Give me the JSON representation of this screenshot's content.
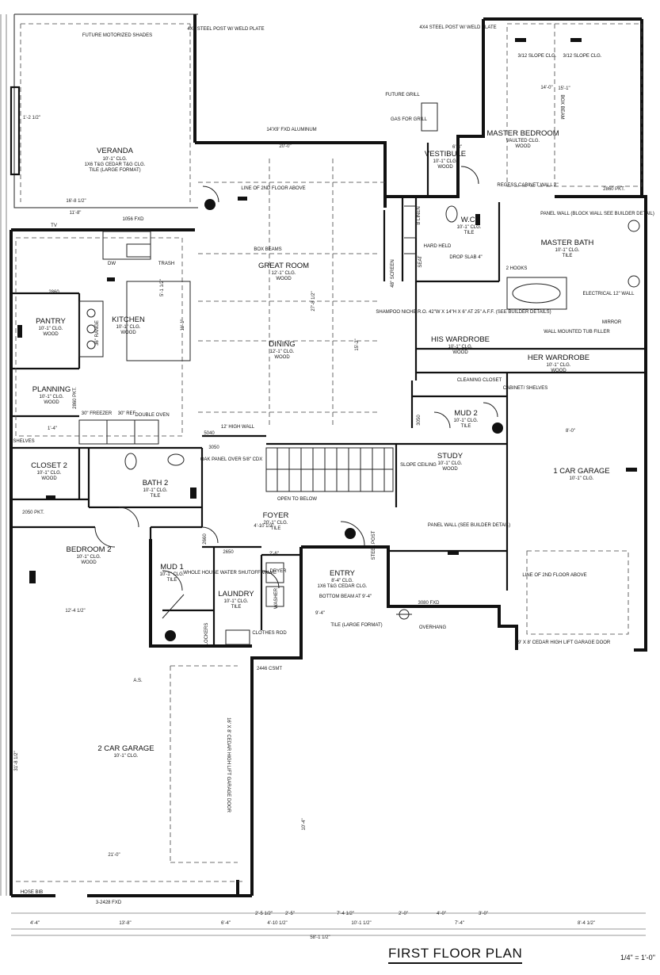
{
  "title": "FIRST FLOOR PLAN",
  "scale": "1/4\" = 1'-0\"",
  "rooms": {
    "veranda": {
      "name": "VERANDA",
      "ceiling": "10'-1\" CLG.",
      "finish": "1X6 T&G CEDAR T&G CLG.",
      "floor": "TILE (LARGE FORMAT)"
    },
    "great_room": {
      "name": "GREAT ROOM",
      "ceiling": "12'-1\" CLG.",
      "finish": "WOOD"
    },
    "kitchen": {
      "name": "KITCHEN",
      "ceiling": "10'-1\" CLG.",
      "finish": "WOOD"
    },
    "pantry": {
      "name": "PANTRY",
      "ceiling": "10'-1\" CLG.",
      "finish": "WOOD"
    },
    "dining": {
      "name": "DINING",
      "ceiling": "12'-1\" CLG.",
      "finish": "WOOD"
    },
    "planning": {
      "name": "PLANNING",
      "ceiling": "10'-1\" CLG.",
      "finish": "WOOD"
    },
    "closet2": {
      "name": "CLOSET 2",
      "ceiling": "10'-1\" CLG.",
      "finish": "WOOD"
    },
    "bath2": {
      "name": "BATH 2",
      "ceiling": "10'-1\" CLG.",
      "finish": "TILE"
    },
    "bedroom2": {
      "name": "BEDROOM 2",
      "ceiling": "10'-1\" CLG.",
      "finish": "WOOD"
    },
    "mud1": {
      "name": "MUD 1",
      "ceiling": "10'-1\" CLG.",
      "finish": "TILE"
    },
    "laundry": {
      "name": "LAUNDRY",
      "ceiling": "10'-1\" CLG.",
      "finish": "TILE"
    },
    "foyer": {
      "name": "FOYER",
      "ceiling": "20'-1\" CLG.",
      "finish": "TILE"
    },
    "entry": {
      "name": "ENTRY",
      "ceiling": "8'-4\" CLG.",
      "finish": "1X6 T&G CEDAR CLG."
    },
    "study": {
      "name": "STUDY",
      "ceiling": "10'-1\" CLG.",
      "finish": "WOOD"
    },
    "mud2": {
      "name": "MUD 2",
      "ceiling": "10'-1\" CLG.",
      "finish": "TILE"
    },
    "wic": {
      "name": "W.C.",
      "ceiling": "10'-1\" CLG.",
      "finish": "TILE"
    },
    "vestibule": {
      "name": "VESTIBULE",
      "ceiling": "10'-1\" CLG.",
      "finish": "WOOD"
    },
    "master_bedroom": {
      "name": "MASTER BEDROOM",
      "ceiling": "VAULTED CLG.",
      "finish": "WOOD"
    },
    "master_bath": {
      "name": "MASTER BATH",
      "ceiling": "10'-1\" CLG.",
      "finish": "TILE"
    },
    "his_wardrobe": {
      "name": "HIS WARDROBE",
      "ceiling": "10'-1\" CLG.",
      "finish": "WOOD"
    },
    "her_wardrobe": {
      "name": "HER WARDROBE",
      "ceiling": "10'-1\" CLG.",
      "finish": "WOOD"
    },
    "garage1": {
      "name": "1 CAR GARAGE",
      "ceiling": "10'-1\" CLG."
    },
    "garage2": {
      "name": "2 CAR GARAGE",
      "ceiling": "10'-1\" CLG."
    }
  },
  "notes": {
    "future_shades": "FUTURE MOTORIZED SHADES",
    "steel_post_left": "4X4 STEEL POST W/ WELD PLATE",
    "steel_post_right": "4X4 STEEL POST W/ WELD PLATE",
    "future_grill": "FUTURE GRILL",
    "gas_grill": "GAS FOR GRILL",
    "fxd_window": "14'X9' FXD ALUMINUM",
    "line_2nd_floor": "LINE OF 2ND FLOOR ABOVE",
    "box_beams": "BOX BEAMS",
    "box_beam": "BOX BEAM",
    "oak_panel": "OAK PANEL OVER 5/8\" CDX",
    "high_wall": "12' HIGH WALL",
    "open_below": "OPEN TO BELOW",
    "slope_ceiling": "SLOPE CEILING",
    "panel_wall_study": "PANEL WALL (SEE BUILDER DETAIL)",
    "panel_wall_master": "PANEL WALL (BLOCK WALL SEE BUILDER DETAIL)",
    "shampoo_niche": "SHAMPOO NICHE R.O. 42\"W X 14\"H X 6\" AT 25\" A.F.F. (SEE BUILDER DETAILS)",
    "wall_tub": "WALL MOUNTED TUB FILLER",
    "electrical_wall": "ELECTRICAL 12\" WALL",
    "drop_slab": "DROP SLAB 4\"",
    "hooks": "2 HOOKS",
    "whole_house_water": "WHOLE HOUSE WATER SHUTOFF VALVE",
    "bottom_beam": "BOTTOM BEAM AT 9'-4\"",
    "tile_large": "TILE (LARGE FORMAT)",
    "overhang": "OVERHANG",
    "garage_door_1": "9' X 8' CEDAR HIGH LIFT GARAGE DOOR",
    "garage_door_2": "16' X 8' CEDAR HIGH LIFT GARAGE DOOR",
    "line_2nd_floor_garage": "LINE OF 2ND FLOOR ABOVE",
    "hose_bib": "HOSE BIB",
    "window_fxd": "3-2428 FXD",
    "regess_cabinet": "REGESS CABINET WALL 2\"",
    "cabinet_shelves": "CABINET/ SHELVES",
    "cleaning_closet": "CLEANING CLOSET",
    "lockers": "LOCKERS",
    "clothes_rod": "CLOTHES ROD",
    "dryer": "DRYER",
    "washer": "WASHER",
    "trash": "TRASH",
    "dw": "DW",
    "tv": "TV",
    "freezer": "30\" FREEZER",
    "ref": "30\" REF",
    "double_oven": "DOUBLE OVEN",
    "range": "36\" RANGE",
    "shelves": "SHELVES",
    "vent_fxd": "1056 FXD",
    "slope_clg_1": "3/12 SLOPE CLG.",
    "slope_clg_2": "3/12 SLOPE CLG.",
    "hard_held": "HARD HELD",
    "seat": "SEAT",
    "screen": "48\" SCREEN",
    "linen": "B LINEN",
    "mirror": "MIRROR",
    "as_label": "A.S.",
    "steel_post_entry": "STEEL POST"
  },
  "dimensions": {
    "bottom": [
      "4'-4\"",
      "13'-8\"",
      "6'-4\"",
      "2'-5 1/2\"",
      "4'-10 1/2\"",
      "2'-5\"",
      "7'-4 1/2\"",
      "10'-1 1/2\"",
      "2'-0\"",
      "4'-0\"",
      "7'-4\"",
      "3'-0\"",
      "8'-4 1/2\""
    ],
    "overall": "58'-1 1/2\"",
    "left": [
      "1'-2 1/2\"",
      "16'-8 1/2\"",
      "11'-8\"",
      "12'-4 1/2\"",
      "21'-0\"",
      "31'-8 1/2\""
    ],
    "misc": [
      "20'-0\"",
      "27'-8 1/2\"",
      "10'-4\"",
      "9'-4\"",
      "6'-8\"",
      "15'-1\"",
      "14'-0\"",
      "11'-1\"",
      "8'-0\"",
      "15'-2\"",
      "2'-6\"",
      "4'-10 1/2\"",
      "5'-1 1/2\""
    ]
  },
  "door_tags": [
    "2860",
    "2860 PKT.",
    "2050 PKT.",
    "3050",
    "2660",
    "2650",
    "5040",
    "3080 FXD",
    "2446 CSMT",
    "2860 PKT.",
    "3050",
    "1'-4\""
  ]
}
